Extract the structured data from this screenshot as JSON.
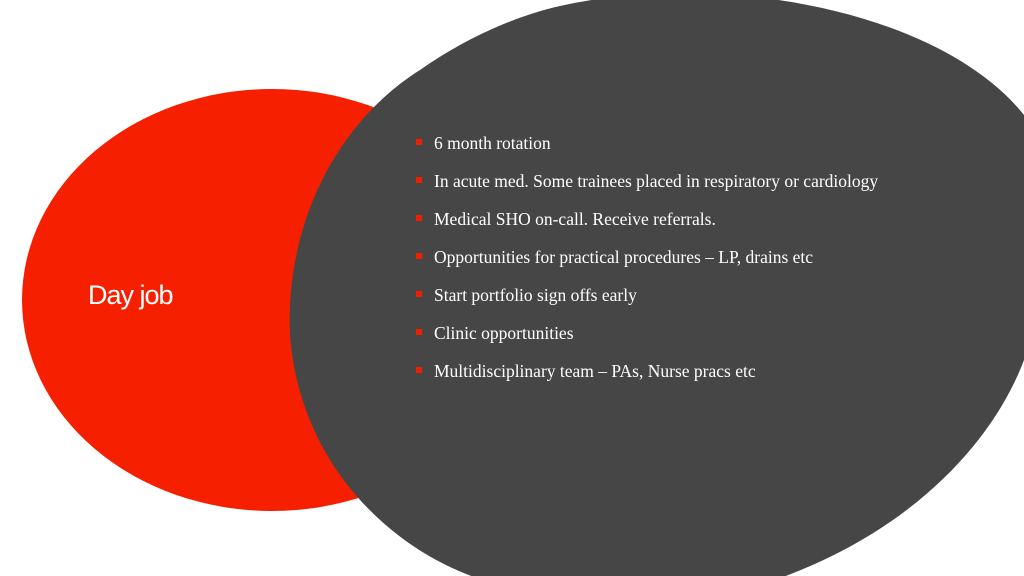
{
  "slide": {
    "title": "Day job",
    "bullets": [
      "6 month rotation",
      "In acute med. Some trainees placed in respiratory or cardiology",
      "Medical SHO on-call. Receive referrals.",
      "Opportunities for practical procedures – LP, drains etc",
      "Start portfolio sign offs early",
      "Clinic opportunities",
      "Multidisciplinary team – PAs, Nurse pracs etc"
    ]
  },
  "colors": {
    "background": "#ffffff",
    "red_shape": "#f61f00",
    "dark_shape": "#464646",
    "bullet_marker": "#f01e00",
    "text": "#ffffff"
  }
}
